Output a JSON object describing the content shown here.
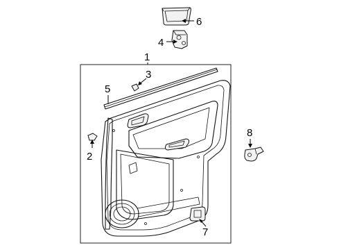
{
  "diagram": {
    "callouts": [
      {
        "id": "1",
        "label": "1"
      },
      {
        "id": "2",
        "label": "2"
      },
      {
        "id": "3",
        "label": "3"
      },
      {
        "id": "4",
        "label": "4"
      },
      {
        "id": "5",
        "label": "5"
      },
      {
        "id": "6",
        "label": "6"
      },
      {
        "id": "7",
        "label": "7"
      },
      {
        "id": "8",
        "label": "8"
      }
    ]
  }
}
